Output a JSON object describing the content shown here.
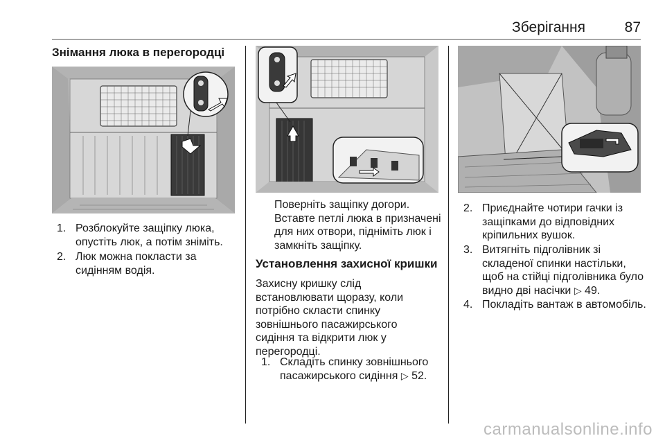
{
  "header": {
    "section": "Зберігання",
    "page": "87"
  },
  "col1": {
    "heading": "Знімання люка в перегородці",
    "items": [
      {
        "num": "1.",
        "lines": [
          "Розблокуйте защіпку люка,",
          "опустіть люк, а потім зніміть."
        ]
      },
      {
        "num": "2.",
        "lines": [
          "Люк можна покласти за",
          "сидінням водія."
        ]
      }
    ]
  },
  "col2": {
    "intro_lines": [
      "Поверніть защіпку догори.",
      "Вставте петлі люка в призначені",
      "для них отвори, підніміть люк і",
      "замкніть защіпку."
    ],
    "heading": "Установлення захисної кришки",
    "para_lines": [
      "Захисну кришку слід",
      "встановлювати щоразу, коли",
      "потрібно скласти спинку",
      "зовнішнього пасажирського",
      "сидіння та відкрити люк у",
      "перегородці."
    ],
    "items": [
      {
        "num": "1.",
        "lines": [
          "Складіть спинку зовнішнього",
          "пасажирського сидіння",
          "52."
        ]
      }
    ]
  },
  "col3": {
    "items": [
      {
        "num": "2.",
        "lines": [
          "Приєднайте чотири гачки із",
          "защіпками до відповідних",
          "кріпильних вушок."
        ]
      },
      {
        "num": "3.",
        "lines": [
          "Витягніть підголівник зі",
          "складеної спинки настільки,",
          "щоб на стійці підголівника було",
          "видно дві насічки",
          "49."
        ]
      },
      {
        "num": "4.",
        "lines": [
          "Покладіть вантаж в автомобіль."
        ]
      }
    ]
  },
  "ref_icon": "page-reference-icon",
  "watermark": "carmanualsonline.info"
}
